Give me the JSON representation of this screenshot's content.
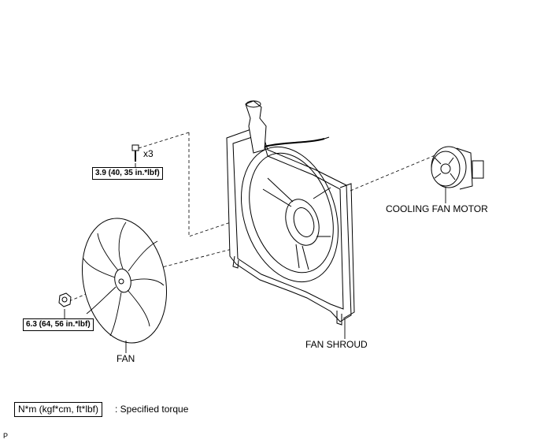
{
  "labels": {
    "cooling_fan_motor": "COOLING FAN MOTOR",
    "fan_shroud": "FAN SHROUD",
    "fan": "FAN",
    "bolt_qty": "x3"
  },
  "torques": {
    "bolt": "3.9 (40, 35 in.*lbf)",
    "nut": "6.3 (64, 56 in.*lbf)"
  },
  "legend": {
    "unit_box": "N*m (kgf*cm, ft*lbf)",
    "description": ": Specified torque"
  },
  "corner_mark": "P"
}
